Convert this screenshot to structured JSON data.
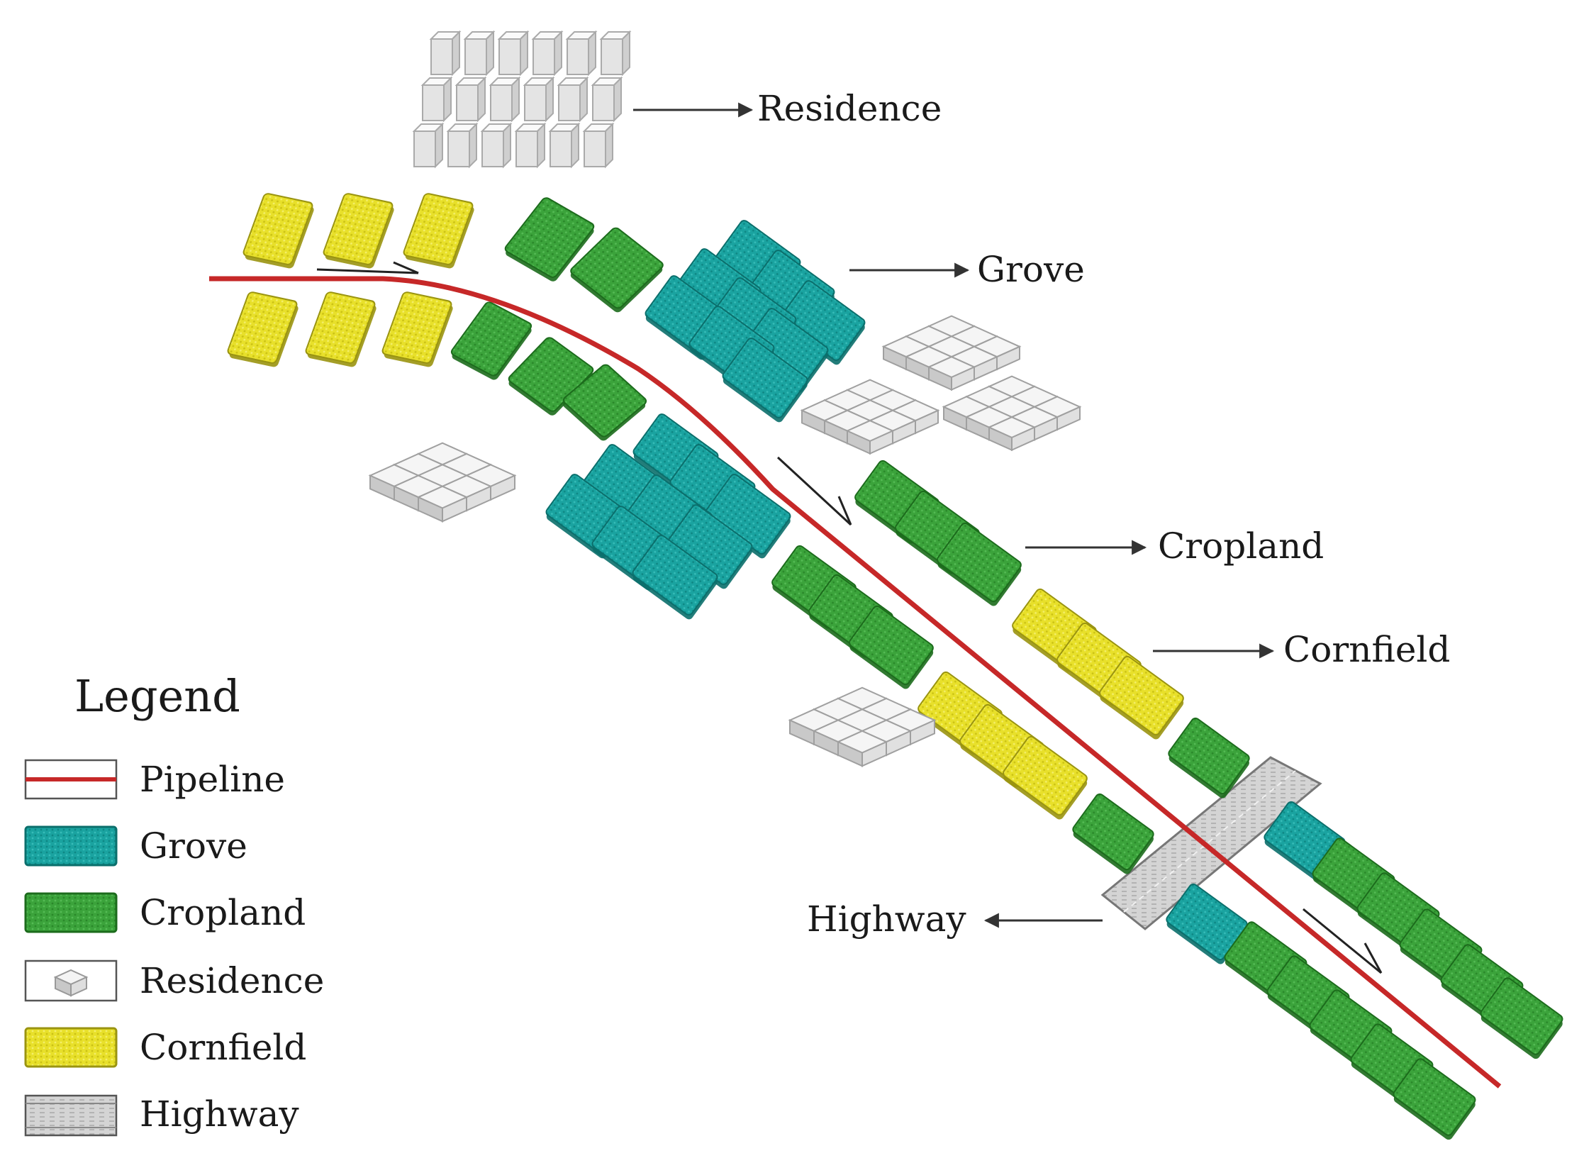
{
  "callouts": {
    "residence": "Residence",
    "grove": "Grove",
    "cropland": "Cropland",
    "cornfield": "Cornfield",
    "highway": "Highway"
  },
  "legend": {
    "title": "Legend",
    "items": [
      {
        "key": "pipeline",
        "label": "Pipeline"
      },
      {
        "key": "grove",
        "label": "Grove"
      },
      {
        "key": "cropland",
        "label": "Cropland"
      },
      {
        "key": "residence",
        "label": "Residence"
      },
      {
        "key": "cornfield",
        "label": "Cornfield"
      },
      {
        "key": "highway",
        "label": "Highway"
      }
    ]
  },
  "colors": {
    "pipeline": "#c62828",
    "grove": "#1aa3a0",
    "grove_dark": "#0b6f6c",
    "cropland": "#3ba33b",
    "cropland_dark": "#1c6b1c",
    "cornfield": "#e8e02a",
    "cornfield_dark": "#9a9410",
    "residence": "#f2f2f2",
    "residence_dark": "#9e9e9e",
    "highway": "#cfcfcf",
    "arrow": "#333333"
  }
}
